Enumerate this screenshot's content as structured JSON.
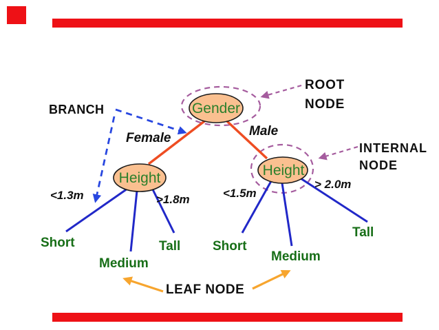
{
  "slide": {
    "type": "decision-tree-diagram",
    "background": "#FFFFFF",
    "accent_color": "#EE1116"
  },
  "nodes": {
    "root": {
      "label": "Gender"
    },
    "internal_left": {
      "label": "Height"
    },
    "internal_right": {
      "label": "Height"
    }
  },
  "edges": {
    "root_left_label": "Female",
    "root_right_label": "Male",
    "left_low": "<1.3m",
    "left_high": ">1.8m",
    "right_low": "<1.5m",
    "right_high": "> 2.0m"
  },
  "leaves": {
    "left": [
      "Short",
      "Medium",
      "Tall"
    ],
    "right": [
      "Short",
      "Medium",
      "Tall"
    ]
  },
  "annotations": {
    "branch": "BRANCH",
    "root_line1": "ROOT",
    "root_line2": "NODE",
    "internal_line1": "INTERNAL",
    "internal_line2": "NODE",
    "leaf": "LEAF NODE"
  },
  "colors": {
    "node_fill": "#FAC090",
    "node_outline": "#1A1A1A",
    "node_label_green": "#2B7F2B",
    "leaf_label_green": "#176E17",
    "tree_edge_blue": "#2128C8",
    "branch_arrow_blue": "#2847E0",
    "gender_edge_red_orange": "#EE4D22",
    "annotation_arrow_purple": "#A55C9E",
    "leaf_arrow_orange": "#F7A52E",
    "text_black": "#0F0F0F",
    "accent_red": "#EE1116"
  }
}
